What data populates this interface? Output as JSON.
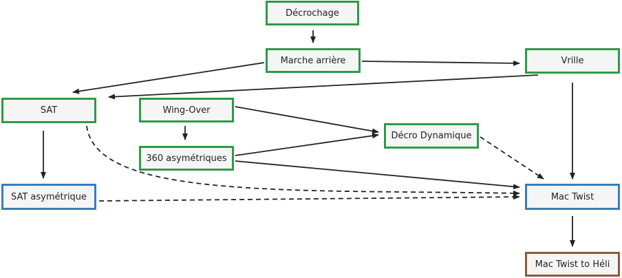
{
  "colors": {
    "green_border": "#2e9a47",
    "blue_border": "#3a7cc0",
    "brown_border": "#8b5a3c",
    "node_fill": "#f5f5f5",
    "edge": "#222222"
  },
  "nodes": {
    "decrochage": "Décrochage",
    "marche_arriere": "Marche arrière",
    "vrille": "Vrille",
    "sat": "SAT",
    "wing_over": "Wing-Over",
    "deco_dynamique": "Décro Dynamique",
    "asym_360": "360 asymétriques",
    "sat_asym": "SAT asymétrique",
    "mac_twist": "Mac Twist",
    "mac_twist_heli": "Mac Twist to Héli"
  },
  "edges": [
    {
      "from": "decrochage",
      "to": "marche_arriere",
      "style": "solid"
    },
    {
      "from": "marche_arriere",
      "to": "vrille",
      "style": "solid"
    },
    {
      "from": "marche_arriere",
      "to": "sat",
      "style": "solid"
    },
    {
      "from": "vrille",
      "to": "sat",
      "style": "solid"
    },
    {
      "from": "vrille",
      "to": "mac_twist",
      "style": "solid"
    },
    {
      "from": "sat",
      "to": "sat_asym",
      "style": "solid"
    },
    {
      "from": "sat",
      "to": "mac_twist",
      "style": "dashed"
    },
    {
      "from": "wing_over",
      "to": "asym_360",
      "style": "solid"
    },
    {
      "from": "wing_over",
      "to": "deco_dynamique",
      "style": "solid"
    },
    {
      "from": "asym_360",
      "to": "deco_dynamique",
      "style": "solid"
    },
    {
      "from": "asym_360",
      "to": "mac_twist",
      "style": "solid"
    },
    {
      "from": "deco_dynamique",
      "to": "mac_twist",
      "style": "dashed"
    },
    {
      "from": "sat_asym",
      "to": "mac_twist",
      "style": "dashed"
    },
    {
      "from": "mac_twist",
      "to": "mac_twist_heli",
      "style": "solid"
    }
  ]
}
